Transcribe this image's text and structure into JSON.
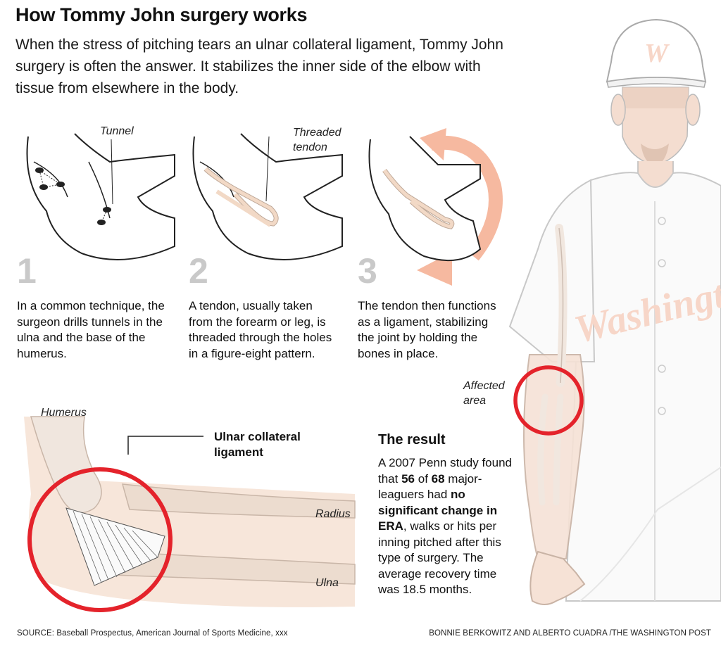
{
  "title": "How Tommy John surgery works",
  "intro": "When the stress of pitching tears an ulnar collateral ligament, Tommy John surgery is often the answer. It stabilizes the inner side of the elbow with tissue from elsewhere in the body.",
  "steps": [
    {
      "number": "1",
      "label": "Tunnel",
      "text": "In a common technique, the surgeon drills tunnels in the ulna and the base of the humerus."
    },
    {
      "number": "2",
      "label_line1": "Threaded",
      "label_line2": "tendon",
      "text": "A tendon, usually taken from the forearm or leg, is threaded through the holes in a figure-eight pattern."
    },
    {
      "number": "3",
      "text": "The tendon then functions as a ligament, stabilizing the joint by holding the bones in place."
    }
  ],
  "labels": {
    "affected_line1": "Affected",
    "affected_line2": "area",
    "humerus": "Humerus",
    "ucl_line1": "Ulnar collateral",
    "ucl_line2": "ligament",
    "radius": "Radius",
    "ulna": "Ulna"
  },
  "result": {
    "title": "The result",
    "p1": "A 2007 Penn study found that ",
    "n1": "56",
    "p2": " of ",
    "n2": "68",
    "p3": " major-leaguers had ",
    "emph": "no significant change in ERA",
    "p4": ", walks or hits per inning pitched after this type of surgery. The average recovery time was 18.5 months."
  },
  "jersey_text": "Washington",
  "cap_logo": "W",
  "footer": {
    "source": "SOURCE: Baseball Prospectus, American Journal of Sports Medicine, xxx",
    "credit": "BONNIE BERKOWITZ AND ALBERTO CUADRA /THE WASHINGTON POST"
  },
  "colors": {
    "highlight_ring": "#e4232b",
    "step_number": "#c9c9c9",
    "tendon": "#f2d9c6",
    "arrow": "#f6b9a0",
    "jersey_logo": "#f7d6c8"
  }
}
